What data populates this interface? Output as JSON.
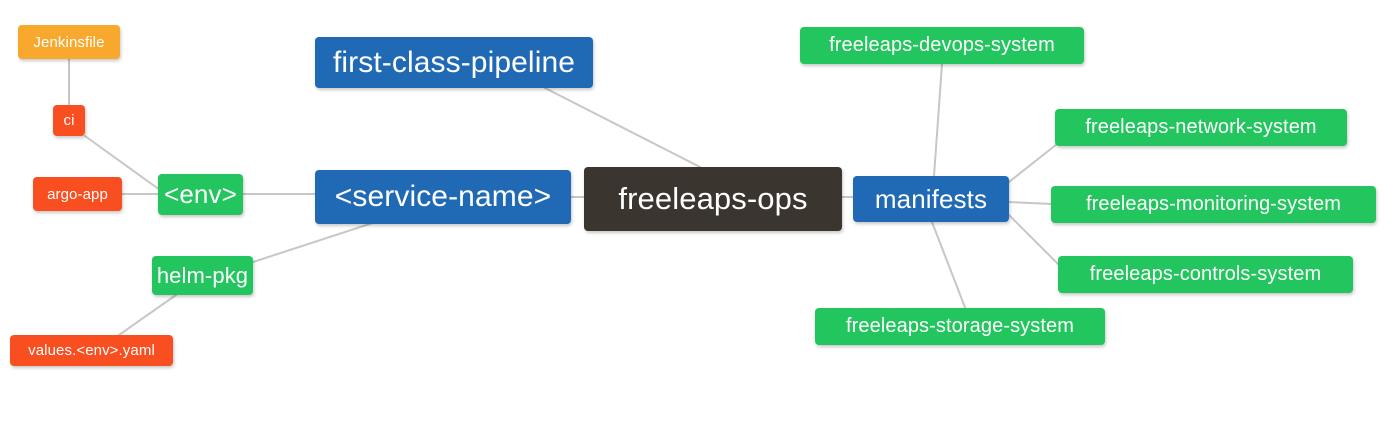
{
  "diagram": {
    "type": "mindmap",
    "title": "freeleaps-ops",
    "background": "#ffffff",
    "edge_color": "#c7c7c7",
    "palette": {
      "root": "#3b3530",
      "blue": "#2069b5",
      "green": "#22c55e",
      "orange": "#f9a82e",
      "red": "#f94e20",
      "label": "#ffffff"
    }
  },
  "nodes": {
    "jenkinsfile": {
      "label": "Jenkinsfile",
      "color": "#f9a82e"
    },
    "ci": {
      "label": "ci",
      "color": "#f94e20"
    },
    "argo_app": {
      "label": "argo-app",
      "color": "#f94e20"
    },
    "env": {
      "label": "<env>",
      "color": "#22c55e"
    },
    "helm_pkg": {
      "label": "helm-pkg",
      "color": "#22c55e"
    },
    "values_yaml": {
      "label": "values.<env>.yaml",
      "color": "#f94e20"
    },
    "first_class_pipeline": {
      "label": "first-class-pipeline",
      "color": "#2069b5"
    },
    "service_name": {
      "label": "<service-name>",
      "color": "#2069b5"
    },
    "freeleaps_ops": {
      "label": "freeleaps-ops",
      "color": "#3b3530"
    },
    "manifests": {
      "label": "manifests",
      "color": "#2069b5"
    },
    "devops_system": {
      "label": "freeleaps-devops-system",
      "color": "#22c55e"
    },
    "network_system": {
      "label": "freeleaps-network-system",
      "color": "#22c55e"
    },
    "monitoring_system": {
      "label": "freeleaps-monitoring-system",
      "color": "#22c55e"
    },
    "controls_system": {
      "label": "freeleaps-controls-system",
      "color": "#22c55e"
    },
    "storage_system": {
      "label": "freeleaps-storage-system",
      "color": "#22c55e"
    }
  },
  "edges": [
    {
      "from": "jenkinsfile",
      "to": "ci"
    },
    {
      "from": "ci",
      "to": "env"
    },
    {
      "from": "argo_app",
      "to": "env"
    },
    {
      "from": "env",
      "to": "service_name"
    },
    {
      "from": "values_yaml",
      "to": "helm_pkg"
    },
    {
      "from": "helm_pkg",
      "to": "service_name"
    },
    {
      "from": "service_name",
      "to": "freeleaps_ops"
    },
    {
      "from": "first_class_pipeline",
      "to": "freeleaps_ops"
    },
    {
      "from": "freeleaps_ops",
      "to": "manifests"
    },
    {
      "from": "manifests",
      "to": "devops_system"
    },
    {
      "from": "manifests",
      "to": "network_system"
    },
    {
      "from": "manifests",
      "to": "monitoring_system"
    },
    {
      "from": "manifests",
      "to": "controls_system"
    },
    {
      "from": "manifests",
      "to": "storage_system"
    }
  ]
}
